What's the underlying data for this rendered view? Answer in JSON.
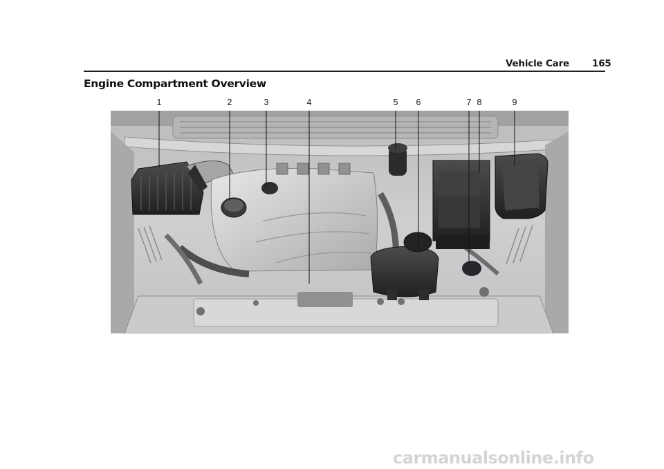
{
  "header": {
    "section": "Vehicle Care",
    "page_number": "165"
  },
  "title": "Engine Compartment Overview",
  "callouts": [
    "1",
    "2",
    "3",
    "4",
    "5",
    "6",
    "7",
    "8",
    "9"
  ],
  "watermark": "carmanualsonline.info",
  "colors": {
    "text": "#111111",
    "rule": "#222222",
    "photo_background": "#c4c6c8",
    "component_dark": "#2e3032",
    "watermark": "#d4d4d4"
  }
}
